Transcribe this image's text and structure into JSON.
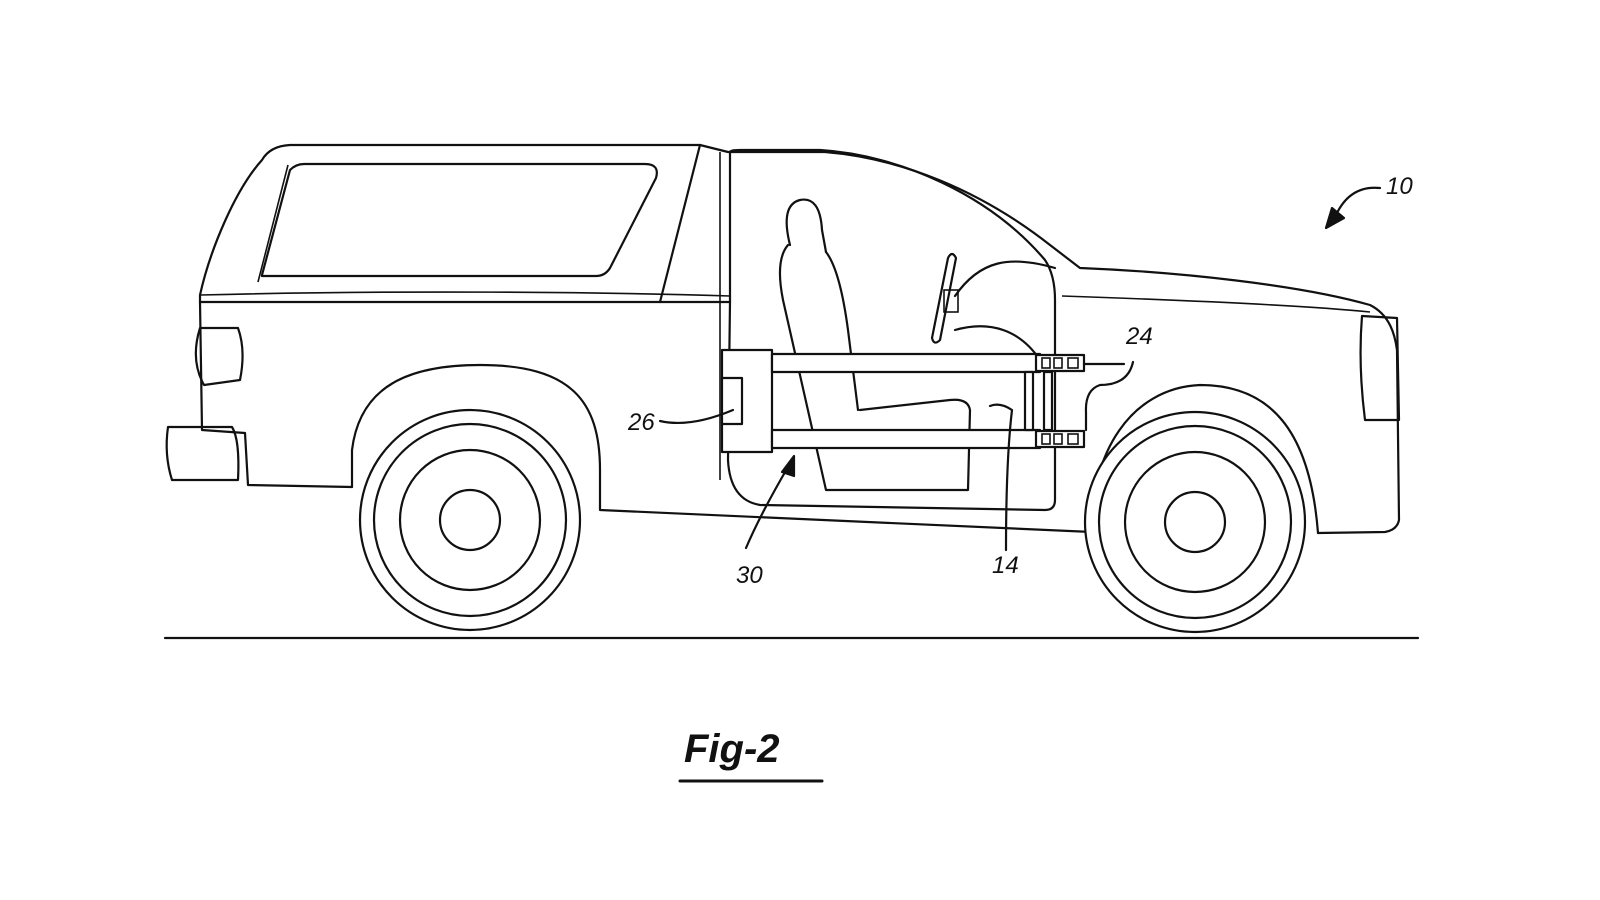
{
  "figure": {
    "caption": "Fig-2",
    "colors": {
      "line": "#111111",
      "background": "#ffffff"
    },
    "reference_numerals": {
      "vehicle": "10",
      "bracket": "24",
      "box": "26",
      "assembly": "30",
      "floor": "14"
    }
  }
}
